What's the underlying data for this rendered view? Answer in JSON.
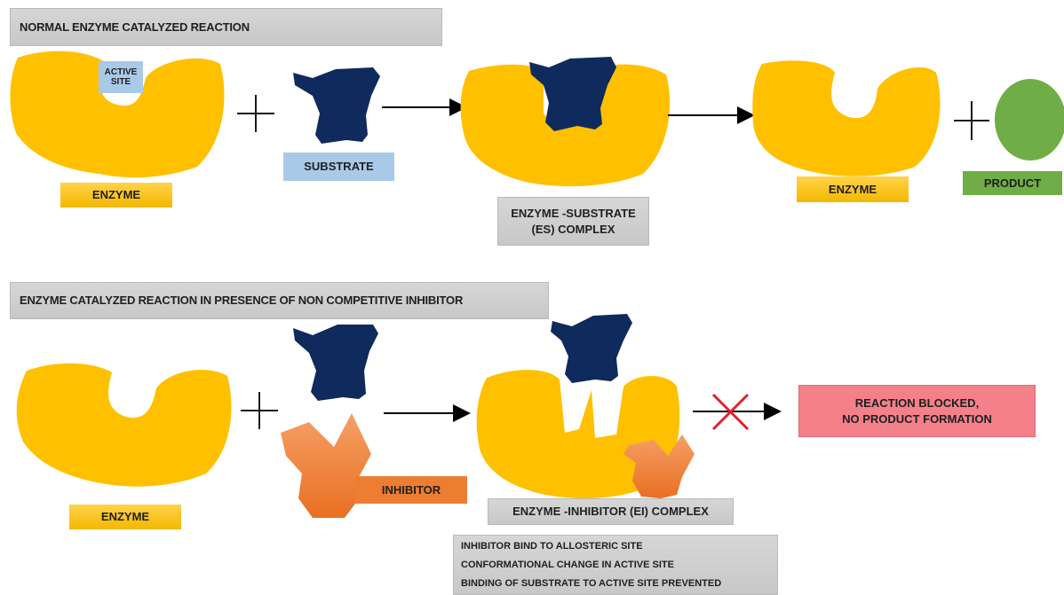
{
  "section1": {
    "title": "NORMAL ENZYME CATALYZED REACTION",
    "active_site_line1": "ACTIVE",
    "active_site_line2": "SITE",
    "enzyme_label": "ENZYME",
    "substrate_label": "SUBSTRATE",
    "es_complex_line1": "ENZYME -SUBSTRATE",
    "es_complex_line2": "(ES) COMPLEX",
    "enzyme_label_2": "ENZYME",
    "product_label": "PRODUCT"
  },
  "section2": {
    "title": "ENZYME CATALYZED REACTION IN PRESENCE OF NON COMPETITIVE INHIBITOR",
    "enzyme_label": "ENZYME",
    "inhibitor_label": "INHIBITOR",
    "ei_complex_label": "ENZYME -INHIBITOR  (EI) COMPLEX",
    "blocked_line1": "REACTION BLOCKED,",
    "blocked_line2": "NO PRODUCT FORMATION",
    "notes": [
      "INHIBITOR  BIND TO ALLOSTERIC  SITE",
      "CONFORMATIONAL CHANGE IN ACTIVE SITE",
      "BINDING OF SUBSTRATE TO ACTIVE SITE PREVENTED"
    ]
  },
  "colors": {
    "enzyme": "#ffc000",
    "substrate": "#0f2a5c",
    "product": "#70ad47",
    "inhibitor": "#ed7d31",
    "block_x": "#e0202a",
    "blocked_box": "#f4808a"
  },
  "icons": [
    "plus-icon",
    "arrow-icon",
    "cross-icon"
  ]
}
